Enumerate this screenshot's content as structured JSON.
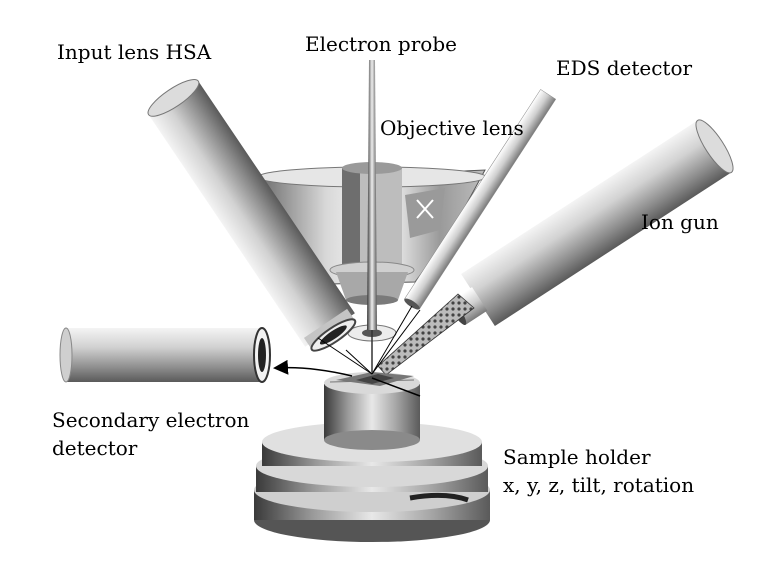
{
  "labels": {
    "input_lens": "Input lens HSA",
    "electron_probe": "Electron probe",
    "eds_detector": "EDS detector",
    "objective_lens": "Objective lens",
    "ion_gun": "Ion gun",
    "secondary_line1": "Secondary electron",
    "secondary_line2": "detector",
    "sample_line1": "Sample holder",
    "sample_line2": "x, y, z, tilt, rotation"
  }
}
